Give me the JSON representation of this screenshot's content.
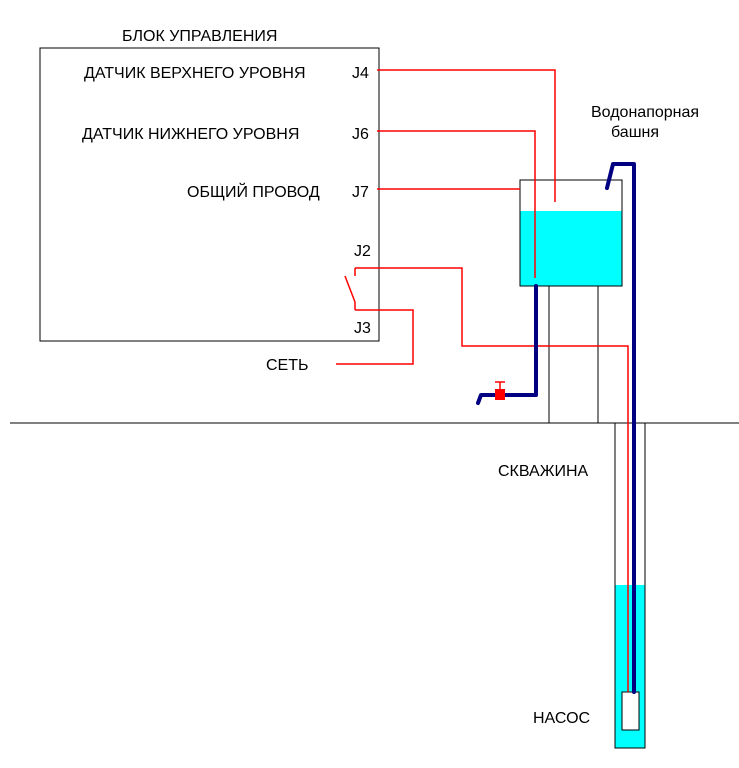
{
  "control_unit": {
    "title": "БЛОК УПРАВЛЕНИЯ",
    "upper_sensor_label": "ДАТЧИК ВЕРХНЕГО УРОВНЯ",
    "lower_sensor_label": "ДАТЧИК НИЖНЕГО УРОВНЯ",
    "common_wire_label": "ОБЩИЙ ПРОВОД",
    "terminals": {
      "j4": "J4",
      "j6": "J6",
      "j7": "J7",
      "j2": "J2",
      "j3": "J3"
    }
  },
  "mains_label": "СЕТЬ",
  "tower": {
    "label_line1": "Водонапорная",
    "label_line2": "башня"
  },
  "well_label": "СКВАЖИНА",
  "pump_label": "НАСОС",
  "colors": {
    "water": "#00ffff",
    "pipe": "#000080",
    "wire": "#ff0000",
    "valve": "#ff0000",
    "outline": "#000000"
  }
}
